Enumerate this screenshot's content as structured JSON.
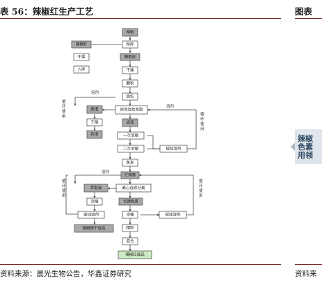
{
  "header": {
    "title": "表 56：辣椒红生产工艺",
    "right_title": "图表"
  },
  "side_panel": {
    "lines": [
      "辣椒",
      "色素",
      "用领"
    ]
  },
  "footer": {
    "source": "资料来源：晨光生物公告，华鑫证券研究",
    "right_source": "资料来"
  },
  "diagram": {
    "colors": {
      "gray": "#a9a9a9",
      "white": "#ffffff",
      "green": "#cdebc3",
      "rule": "#7a2a26"
    },
    "nodes": {
      "n_lajiao": "辣椒",
      "n_fensui": "粉碎",
      "n_lajiaozi": "辣椒籽",
      "n_ganzao1": "干燥",
      "n_ruku": "入库",
      "n_lajiaopi": "辣椒皮",
      "n_ganzao2": "干燥",
      "n_mofen": "磨粉",
      "n_zaoli": "造粒",
      "n_tuoshi": "脱湿",
      "n_nilizhu": "逆流连续萃取",
      "n_ganzao3": "干燥",
      "n_liaopo": "料渣",
      "n_lvye": "滤液",
      "n_yicinongsuo": "一次浓缩",
      "n_ercinongsuo": "二次浓缩",
      "n_tichun1": "提纯溶剂",
      "n_zhengtuo": "蒸发",
      "n_hongsusu": "红辣素",
      "n_lixin": "离心连续分离",
      "n_cuiquye": "萃取液",
      "n_nongsuo1": "浓缩",
      "n_tichun2": "提纯溶剂",
      "n_lajiaojingyou": "辣椒精干成品",
      "n_wuxiansesu": "无辣色素",
      "n_nongsuo2": "浓缩",
      "n_tichun3": "提纯溶剂",
      "n_jingzhi": "精制",
      "n_tiaopei": "混合",
      "n_chengpin": "辣椒红成品"
    },
    "edge_labels": {
      "rongji1": "溶剂",
      "rongji2": "溶剂",
      "rongji3": "溶剂",
      "xunhuan1": "循环使用",
      "xunhuan2": "循环使用",
      "xunhuan3": "循环使用",
      "xunhuan4": "循环使用"
    }
  }
}
